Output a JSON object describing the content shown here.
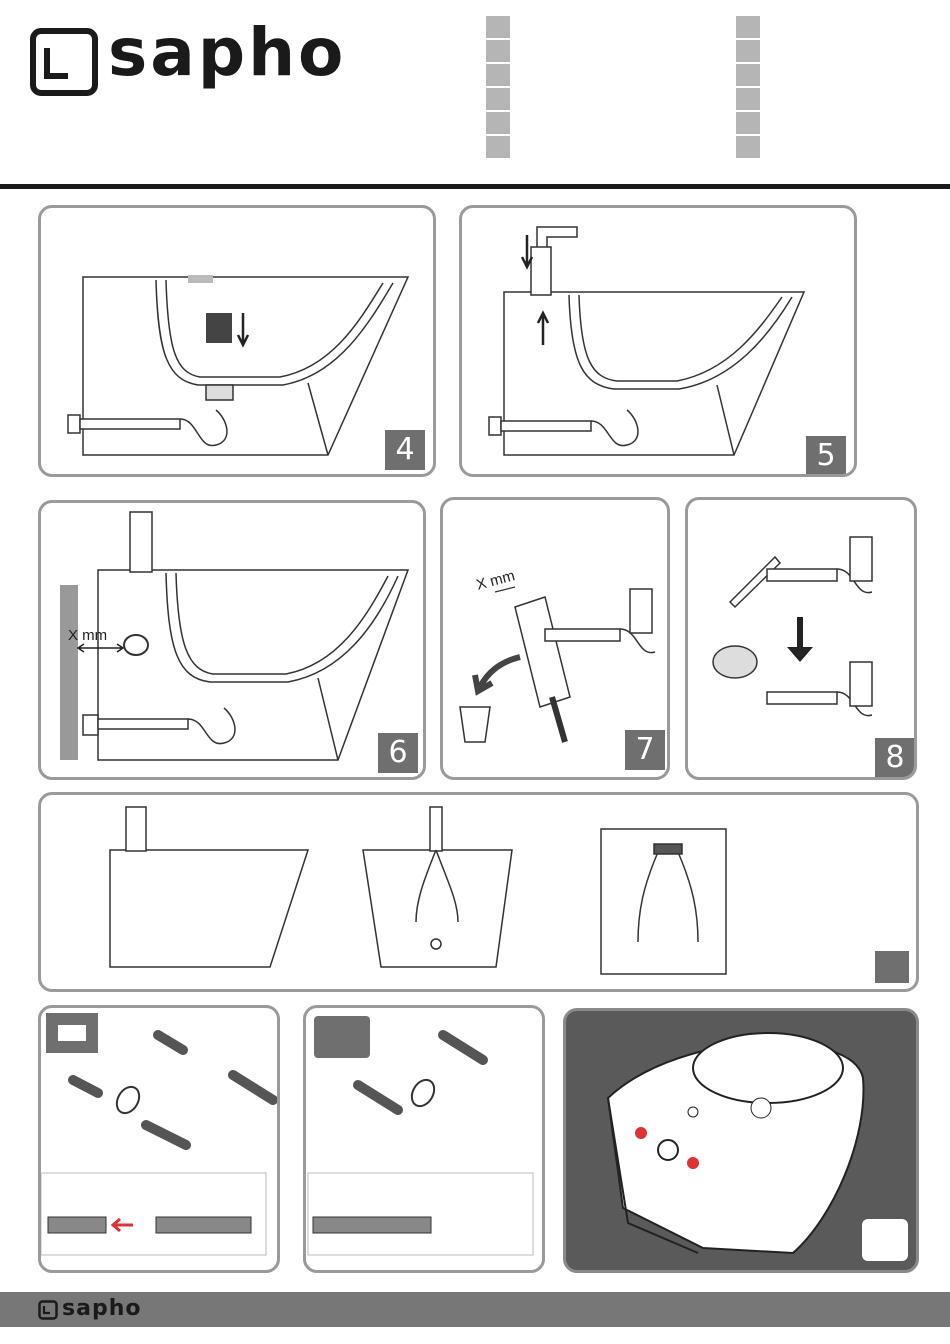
{
  "brand": {
    "name": "sapho",
    "color": "#1a1a1a"
  },
  "steps": {
    "s4": "4",
    "s5": "5",
    "s6": "6",
    "s7": "7",
    "s8": "8"
  },
  "labels": {
    "x_mm_6": "X mm",
    "x_mm_7": "X mm"
  },
  "footer": {
    "brand": "sapho",
    "bar_color": "#777777"
  }
}
